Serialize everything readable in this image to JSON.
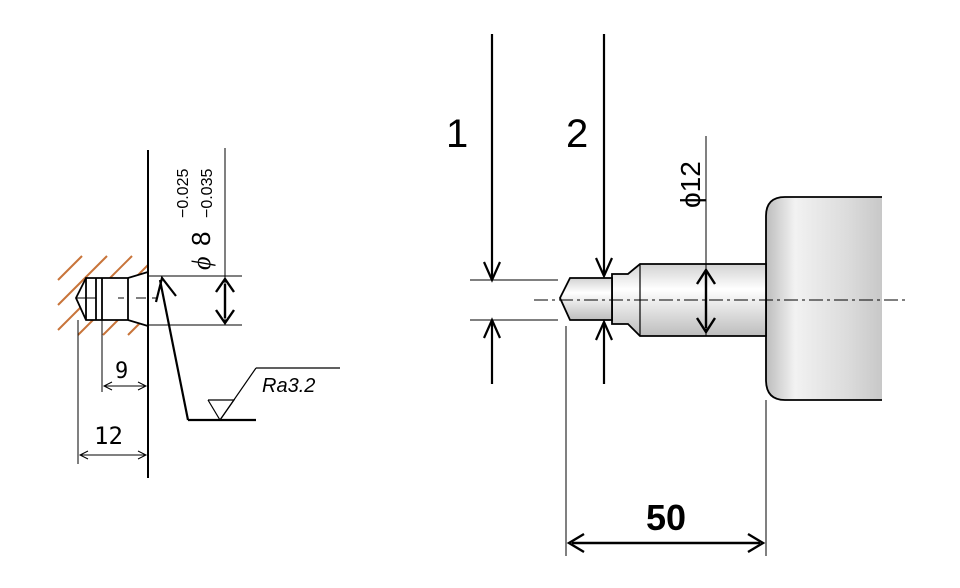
{
  "left_view": {
    "diameter_symbol": "ϕ",
    "diameter_value": "8",
    "tolerance_upper": "−0.025",
    "tolerance_lower": "−0.035",
    "dim_depth_inner": "9",
    "dim_depth_outer": "12",
    "roughness": "Ra3.2"
  },
  "right_view": {
    "tool_label_1": "1",
    "tool_label_2": "2",
    "diameter_label": "ϕ12",
    "length_label": "50"
  },
  "colors": {
    "hatch": "#c8743a",
    "shaft_light": "#ffffff",
    "shaft_dark": "#d2d2d2",
    "line": "#000000"
  }
}
